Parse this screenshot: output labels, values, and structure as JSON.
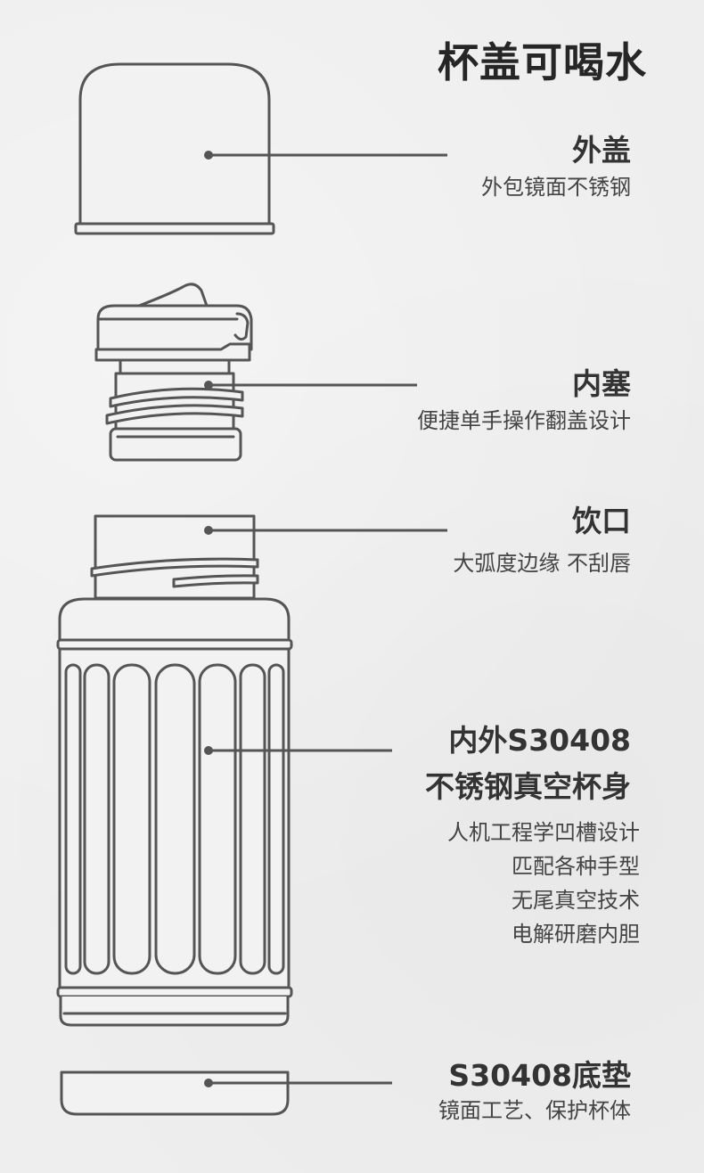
{
  "title": "杯盖可喝水",
  "parts": {
    "cap": {
      "heading": "外盖",
      "desc": "外包镜面不锈钢"
    },
    "plug": {
      "heading": "内塞",
      "desc": "便捷单手操作翻盖设计"
    },
    "mouth": {
      "heading": "饮口",
      "desc": "大弧度边缘 不刮唇"
    },
    "body": {
      "heading_line1": "内外S30408",
      "heading_line2": "不锈钢真空杯身",
      "features": [
        "人机工程学凹槽设计",
        "匹配各种手型",
        "无尾真空技术",
        "电解研磨内胆"
      ]
    },
    "base": {
      "heading": "S30408底垫",
      "desc": "镜面工艺、保护杯体"
    }
  },
  "colors": {
    "outline": "#555555",
    "text": "#333333",
    "background": "#eeeeee"
  }
}
